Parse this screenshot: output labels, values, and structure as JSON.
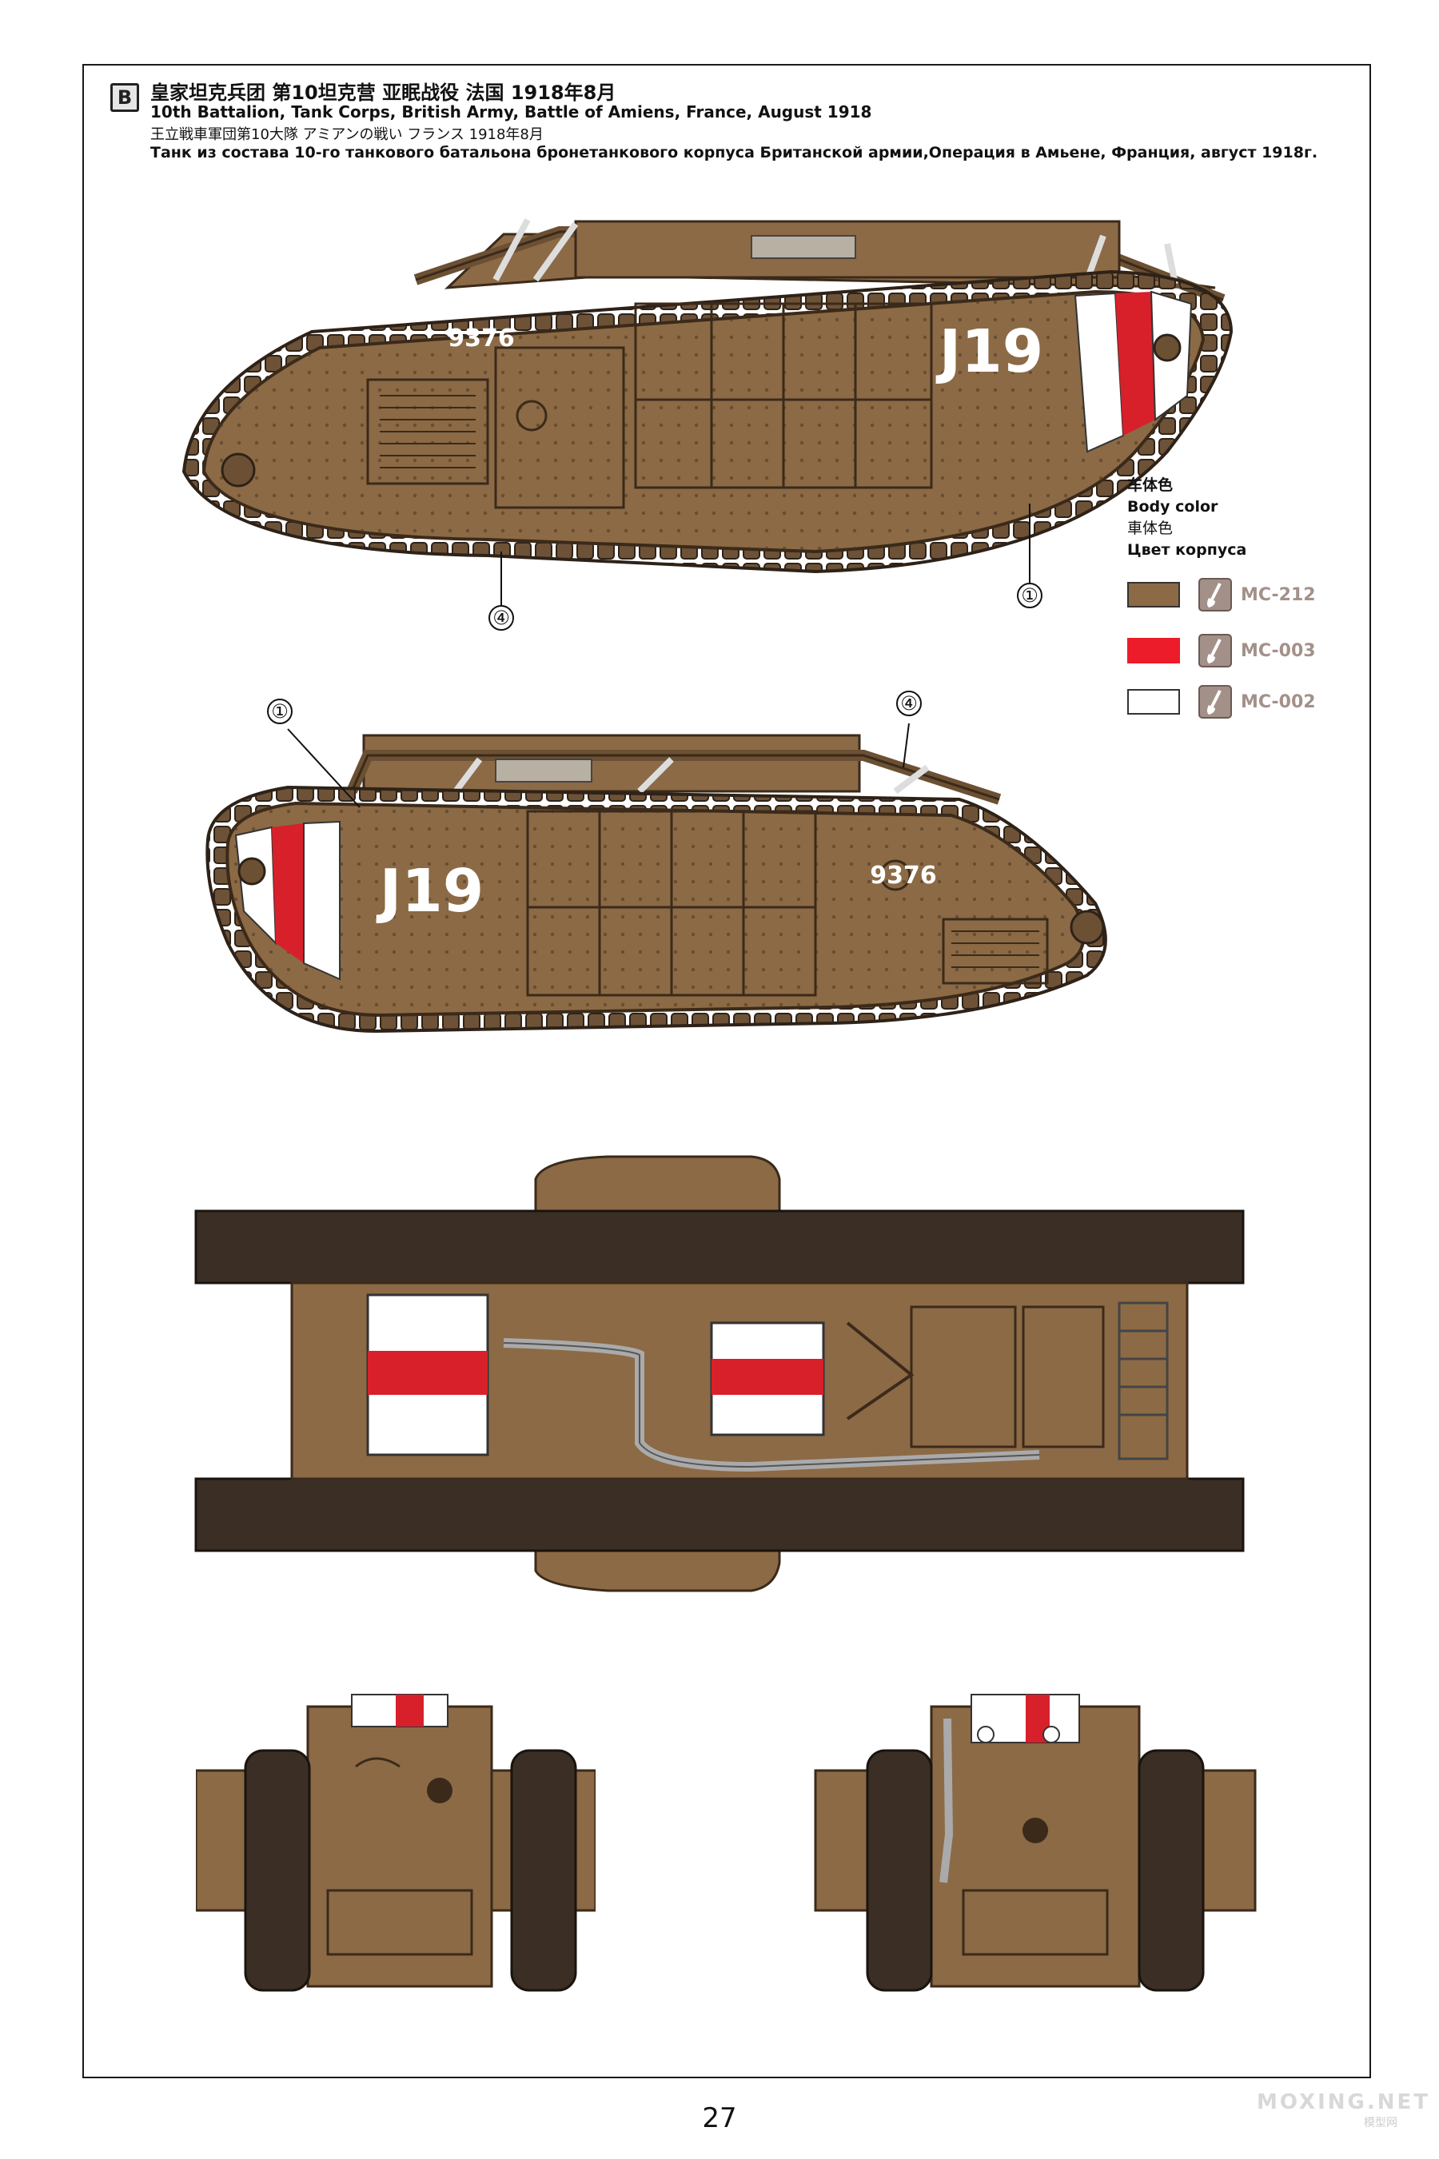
{
  "header": {
    "badge": "B",
    "title_zh": "皇家坦克兵团 第10坦克营 亚眠战役 法国 1918年8月",
    "title_en": "10th Battalion, Tank Corps, British Army, Battle of Amiens, France, August 1918",
    "title_ja": "王立戦車軍団第10大隊 アミアンの戦い フランス 1918年8月",
    "title_ru": "Танк из состава 10-го танкового батальона бронетанкового корпуса Британской армии,Операция в Амьене, Франция, август 1918г."
  },
  "markings": {
    "tank_code": "J19",
    "serial": "9376",
    "callout_1": "①",
    "callout_4": "④"
  },
  "legend": {
    "title_zh": "车体色",
    "title_en": "Body color",
    "title_ja": "車体色",
    "title_ru": "Цвет корпуса",
    "swatches": [
      {
        "color": "#8b6a45",
        "code": "MC-212"
      },
      {
        "color": "#ec1c2a",
        "code": "MC-003"
      },
      {
        "color": "#ffffff",
        "code": "MC-002"
      }
    ]
  },
  "colors": {
    "body": "#8b6a45",
    "body_dark": "#6b5033",
    "track": "#3b2f25",
    "red": "#d8202a",
    "white": "#ffffff"
  },
  "page_number": "27",
  "watermark": "MOXING.NET",
  "watermark_sub": "模型网"
}
